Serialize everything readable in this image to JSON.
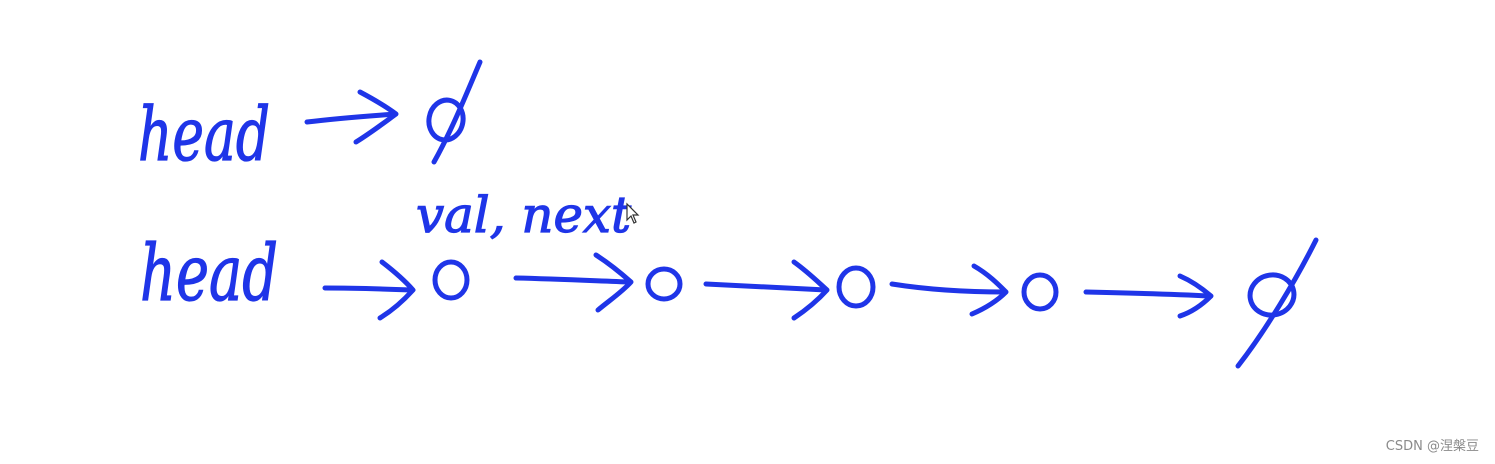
{
  "diagram": {
    "ink_color": "#1f35e8",
    "empty_list": {
      "head_label": "head",
      "null_symbol": "φ"
    },
    "full_list": {
      "head_label": "head",
      "node_fields_label": "val, next",
      "node_count": 4,
      "null_symbol": "φ"
    }
  },
  "watermark": {
    "text": "CSDN @涅槃豆",
    "color": "#8a8a8a"
  }
}
